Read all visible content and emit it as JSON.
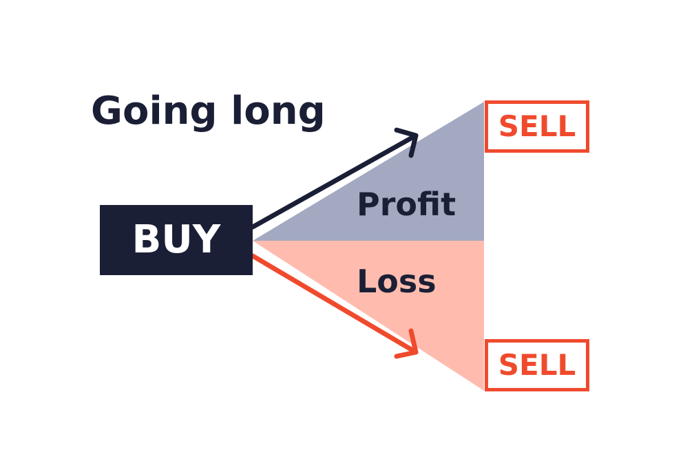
{
  "title": "Going long",
  "buy_label": "BUY",
  "profit_label": "Profit",
  "loss_label": "Loss",
  "sell_top_label": "SELL",
  "sell_bottom_label": "SELL",
  "colors": {
    "dark": "#1b1f36",
    "accent_red": "#f04a2d",
    "profit_fill": "#a4a9c2",
    "loss_fill": "#ffbcae",
    "background": "#ffffff"
  }
}
